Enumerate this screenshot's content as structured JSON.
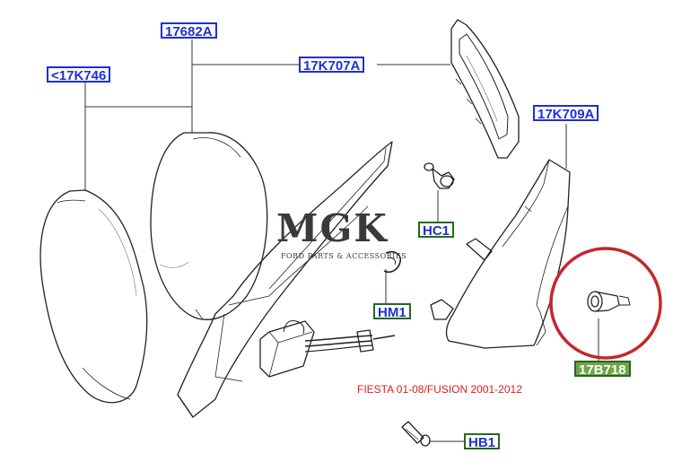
{
  "labels": {
    "p17682A": "17682A",
    "p17K746": "<17K746",
    "p17K707A": "17K707A",
    "p17K709A": "17K709A",
    "HC1": "HC1",
    "HM1": "HM1",
    "HB1": "HB1",
    "p17B718": "17B718"
  },
  "watermark": {
    "brand": "MGK",
    "tagline": "FORD PARTS & ACCESSORIES"
  },
  "caption": "FIESTA 01-08/FUSION 2001-2012",
  "colors": {
    "label_blue": "#1e2fd6",
    "label_green": "#6fa544",
    "highlight_circle": "#c4272b",
    "caption_red": "#d62020"
  }
}
